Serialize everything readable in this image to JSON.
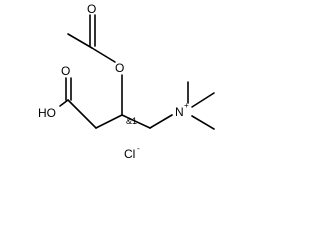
{
  "atoms": {
    "carbonyl_oxygen_top": "O",
    "ester_oxygen": "O",
    "hydroxyl": "HO",
    "acid_oxygen_bottom": "O",
    "ammonium_nitrogen": "N",
    "ammonium_charge": "+",
    "chloride": "Cl",
    "chloride_charge": "-"
  },
  "annotations": {
    "stereo_label": "&1"
  },
  "colors": {
    "ink": "#000000",
    "background": "#ffffff"
  }
}
